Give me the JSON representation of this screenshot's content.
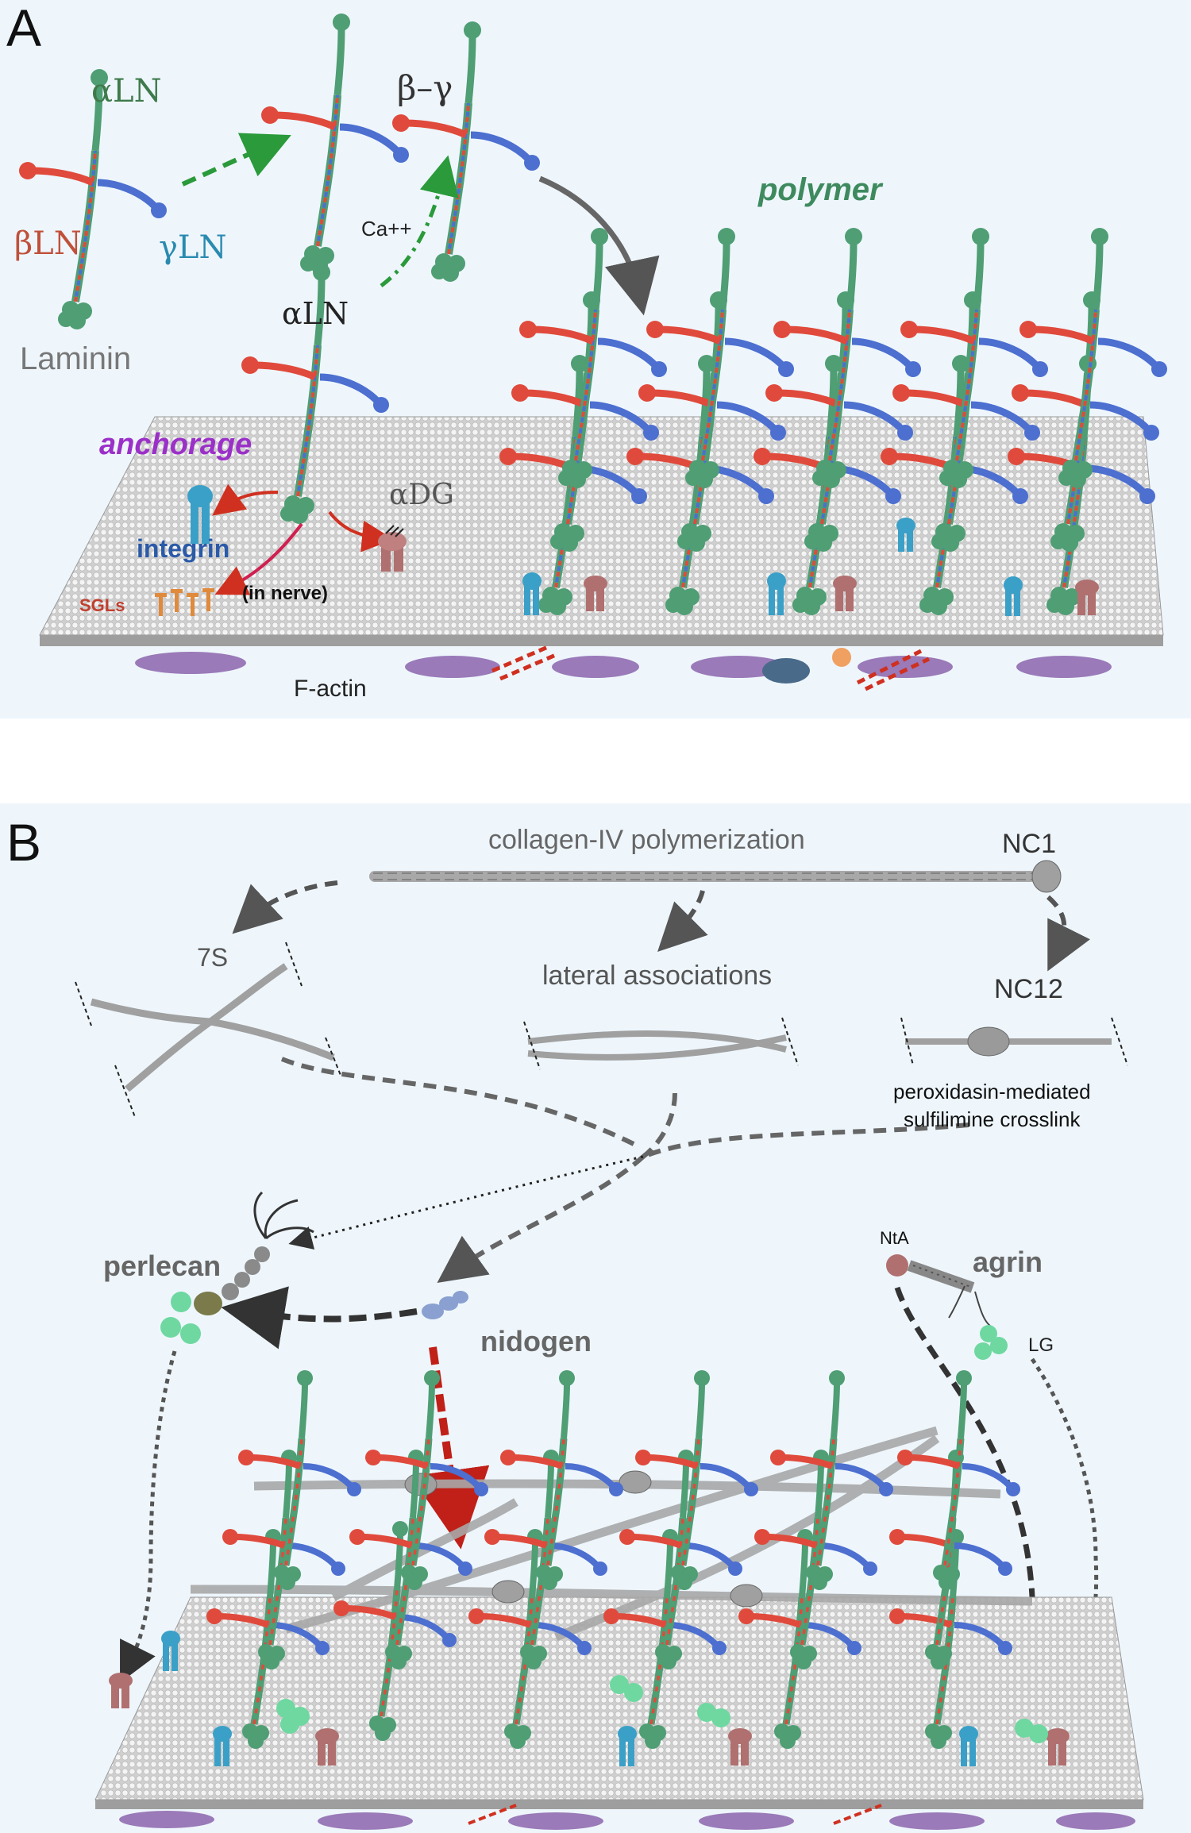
{
  "panel_a": {
    "letter": "A",
    "labels": {
      "alpha_ln_top": "αLN",
      "beta_ln": "βLN",
      "gamma_ln": "γLN",
      "laminin": "Laminin",
      "beta_gamma": "β–γ",
      "ca": "Ca++",
      "alpha_ln_mid": "αLN",
      "polymer": "polymer",
      "anchorage": "anchorage",
      "integrin": "integrin",
      "alpha_dg": "αDG",
      "sgls": "SGLs",
      "in_nerve": "(in nerve)",
      "f_actin": "F-actin"
    }
  },
  "panel_b": {
    "letter": "B",
    "labels": {
      "collagen_iv": "collagen-IV polymerization",
      "nc1": "NC1",
      "seven_s": "7S",
      "lateral": "lateral associations",
      "nc1_2": "NC12",
      "crosslink_1": "peroxidasin-mediated",
      "crosslink_2": "sulfilimine crosslink",
      "perlecan": "perlecan",
      "nidogen": "nidogen",
      "nta": "NtA",
      "agrin": "agrin",
      "lg": "LG"
    }
  },
  "colors": {
    "alpha_chain": "#4f9e74",
    "beta_chain": "#e04a3c",
    "gamma_chain": "#4c6fd0",
    "integrin": "#3aa0c8",
    "dystroglycan": "#b07070",
    "sgl": "#e08a3c",
    "actin": "#9a7ab8",
    "collagen": "#9a9a9a",
    "polymer_text": "#3e8a5e",
    "anchorage_text": "#9b30c8",
    "integrin_text": "#2a5aa8",
    "sgl_text": "#c04030",
    "membrane": "#d4d4d4"
  }
}
